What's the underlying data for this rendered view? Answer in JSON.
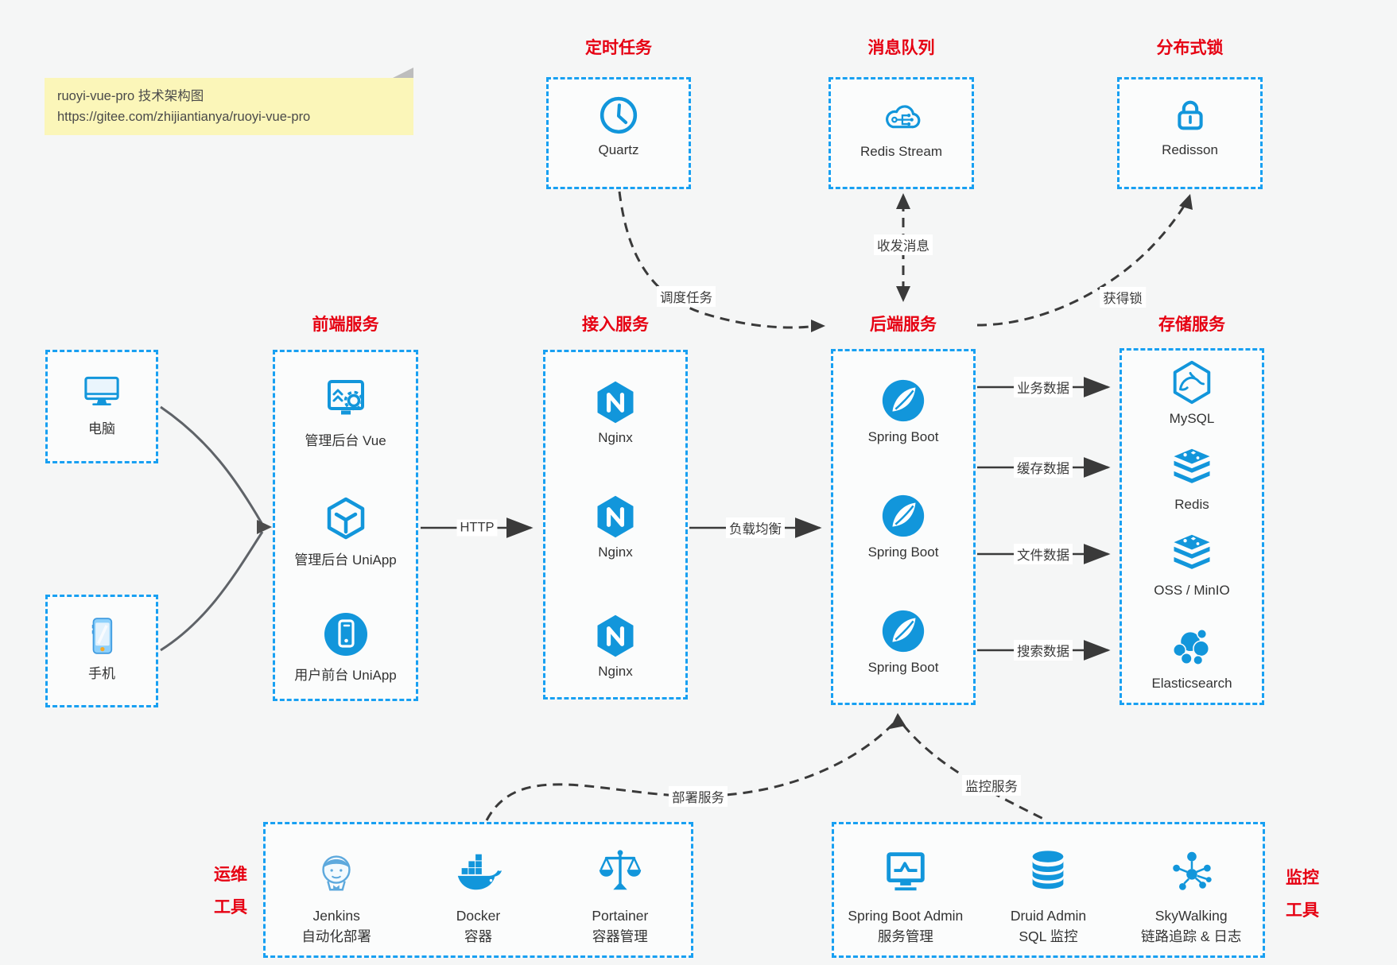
{
  "note": {
    "line1": "ruoyi-vue-pro 技术架构图",
    "line2": "https://gitee.com/zhijiantianya/ruoyi-vue-pro"
  },
  "top_groups": [
    {
      "title": "定时任务",
      "item": {
        "icon": "clock-icon",
        "label": "Quartz"
      }
    },
    {
      "title": "消息队列",
      "item": {
        "icon": "cloud-stream-icon",
        "label": "Redis Stream"
      }
    },
    {
      "title": "分布式锁",
      "item": {
        "icon": "lock-icon",
        "label": "Redisson"
      }
    }
  ],
  "clients": [
    {
      "icon": "desktop-icon",
      "label": "电脑"
    },
    {
      "icon": "mobile-icon",
      "label": "手机"
    }
  ],
  "columns": [
    {
      "title": "前端服务",
      "items": [
        {
          "icon": "admin-vue-icon",
          "label": "管理后台 Vue"
        },
        {
          "icon": "uniapp-cube-icon",
          "label": "管理后台 UniApp"
        },
        {
          "icon": "user-app-icon",
          "label": "用户前台 UniApp"
        }
      ]
    },
    {
      "title": "接入服务",
      "items": [
        {
          "icon": "nginx-icon",
          "label": "Nginx"
        },
        {
          "icon": "nginx-icon",
          "label": "Nginx"
        },
        {
          "icon": "nginx-icon",
          "label": "Nginx"
        }
      ]
    },
    {
      "title": "后端服务",
      "items": [
        {
          "icon": "spring-boot-icon",
          "label": "Spring Boot"
        },
        {
          "icon": "spring-boot-icon",
          "label": "Spring Boot"
        },
        {
          "icon": "spring-boot-icon",
          "label": "Spring Boot"
        }
      ]
    },
    {
      "title": "存储服务",
      "items": [
        {
          "icon": "mysql-icon",
          "label": "MySQL"
        },
        {
          "icon": "redis-stack-icon",
          "label": "Redis"
        },
        {
          "icon": "redis-stack-icon",
          "label": "OSS / MinIO"
        },
        {
          "icon": "elasticsearch-icon",
          "label": "Elasticsearch"
        }
      ]
    }
  ],
  "bottom_groups": [
    {
      "side_label": {
        "line1": "运维",
        "line2": "工具"
      },
      "items": [
        {
          "icon": "jenkins-icon",
          "label": "Jenkins",
          "sublabel": "自动化部署"
        },
        {
          "icon": "docker-icon",
          "label": "Docker",
          "sublabel": "容器"
        },
        {
          "icon": "portainer-icon",
          "label": "Portainer",
          "sublabel": "容器管理"
        }
      ]
    },
    {
      "side_label": {
        "line1": "监控",
        "line2": "工具"
      },
      "items": [
        {
          "icon": "spring-boot-admin-icon",
          "label": "Spring Boot Admin",
          "sublabel": "服务管理"
        },
        {
          "icon": "druid-icon",
          "label": "Druid Admin",
          "sublabel": "SQL 监控"
        },
        {
          "icon": "skywalking-icon",
          "label": "SkyWalking",
          "sublabel": "链路追踪 & 日志"
        }
      ]
    }
  ],
  "edge_labels": {
    "http": "HTTP",
    "load_balance": "负载均衡",
    "business": "业务数据",
    "cache": "缓存数据",
    "file": "文件数据",
    "search": "搜索数据",
    "schedule": "调度任务",
    "message": "收发消息",
    "lock": "获得锁",
    "deploy": "部署服务",
    "monitor": "监控服务"
  },
  "colors": {
    "icon_blue": "#1296db",
    "border_blue": "#18a0f2",
    "title_red": "#e60012",
    "line_dark": "#3a3a3a",
    "client_line_gray": "#5f6368",
    "note_bg": "#fbf6b9"
  }
}
